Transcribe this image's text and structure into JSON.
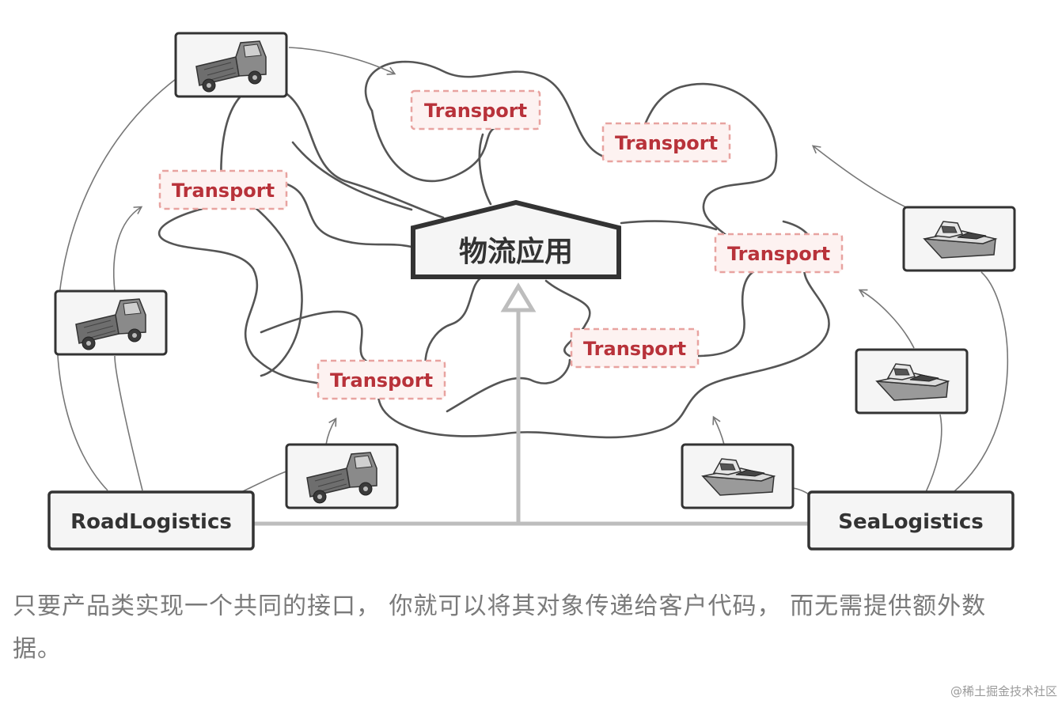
{
  "diagram": {
    "center_label": "物流应用",
    "transport_label": "Transport",
    "road_label": "RoadLogistics",
    "sea_label": "SeaLogistics"
  },
  "caption": "只要产品类实现一个共同的接口， 你就可以将其对象传递给客户代码， 而无需提供额外数据。",
  "watermark": "@稀土掘金技术社区",
  "colors": {
    "transport_text": "#b8323a",
    "transport_border": "#e8a3a0",
    "transport_fill": "#fdf2f1",
    "box_fill": "#f5f5f5",
    "stroke": "#555555",
    "inherit_line": "#bdbdbd"
  },
  "icons": [
    "truck-icon",
    "boat-icon"
  ]
}
